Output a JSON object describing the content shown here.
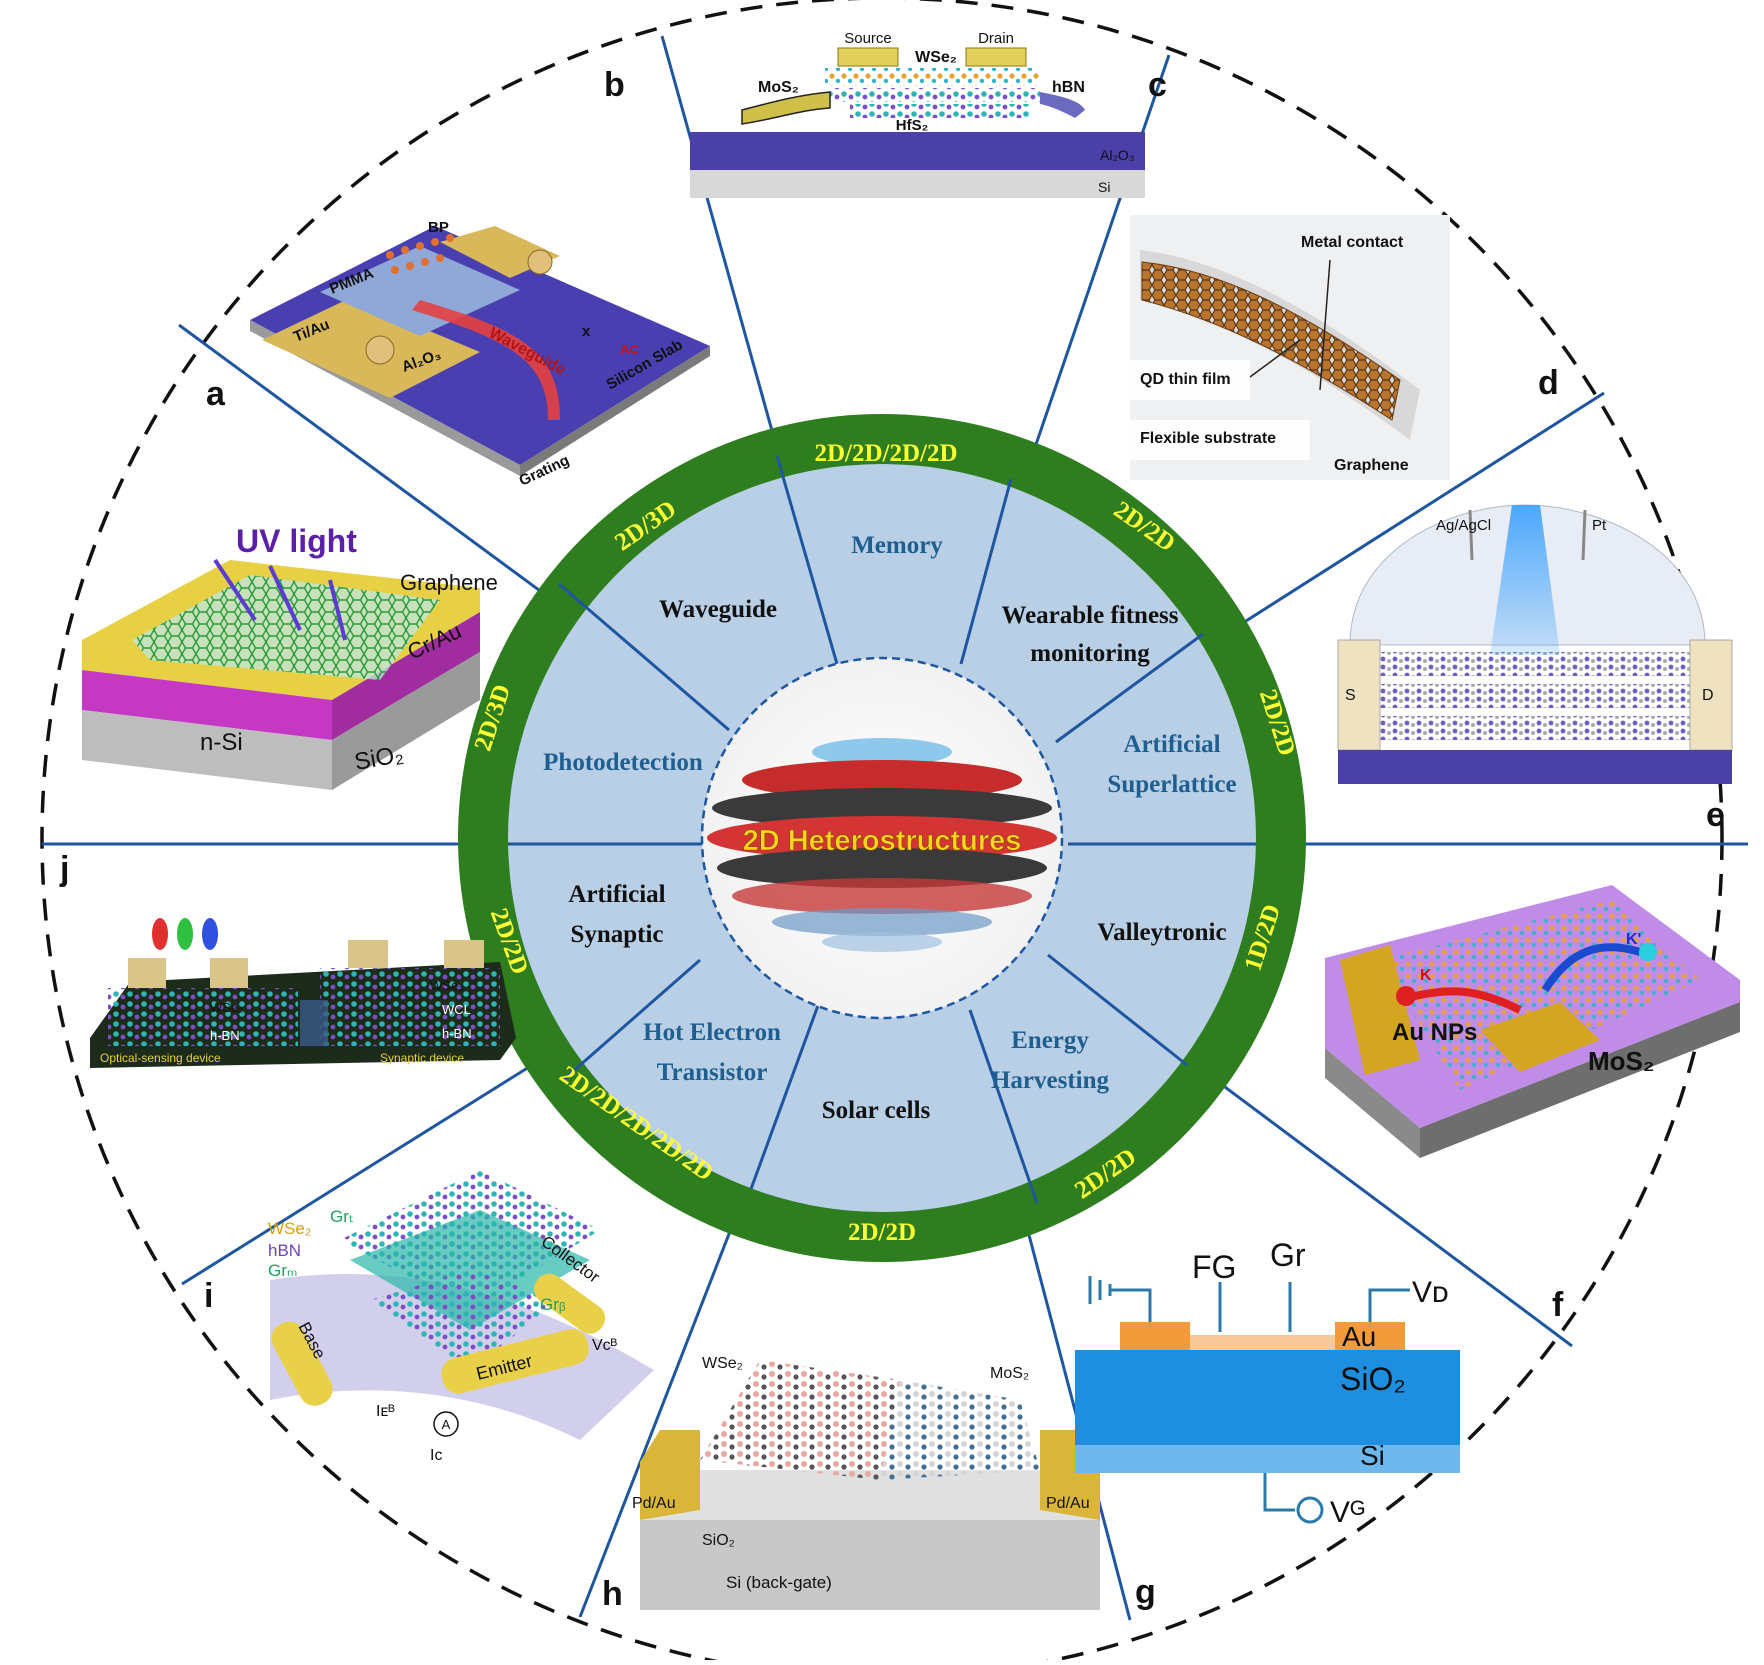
{
  "center": {
    "title": "2D Heterostructures"
  },
  "labels": {
    "a": "a",
    "b": "b",
    "c": "c",
    "d": "d",
    "e": "e",
    "f": "f",
    "g": "g",
    "h": "h",
    "i": "i",
    "j": "j"
  },
  "applications": {
    "waveguide": "Waveguide",
    "memory": "Memory",
    "wearable_1": "Wearable fitness",
    "wearable_2": "monitoring",
    "photodetection": "Photodetection",
    "superlattice_1": "Artificial",
    "superlattice_2": "Superlattice",
    "synaptic_1": "Artificial",
    "synaptic_2": "Synaptic",
    "valleytronic": "Valleytronic",
    "hot_electron_1": "Hot Electron",
    "hot_electron_2": "Transistor",
    "solar": "Solar cells",
    "energy_1": "Energy",
    "energy_2": "Harvesting"
  },
  "ring": {
    "top": "2D/2D/2D/2D",
    "upper_left": "2D/3D",
    "upper_right": "2D/2D",
    "left": "2D/3D",
    "right": "2D/2D",
    "lower_left": "2D/2D",
    "lower_right": "1D/2D",
    "bottom_left": "2D/2D/2D/2D/2D",
    "bottom": "2D/2D",
    "bottom_right": "2D/2D"
  },
  "panel_a": {
    "bp": "BP",
    "pmma": "PMMA",
    "tiau": "Ti/Au",
    "al2o3": "Al₂O₃",
    "waveguide": "Waveguide",
    "silicon_slab": "Silicon Slab",
    "grating": "Grating",
    "x": "x",
    "ac": "AC"
  },
  "panel_b": {
    "source": "Source",
    "drain": "Drain",
    "wse2": "WSe₂",
    "mos2": "MoS₂",
    "hbn": "hBN",
    "hfs2": "HfS₂",
    "al2o3": "Al₂O₃",
    "si": "Si"
  },
  "panel_c": {
    "metal": "Metal contact",
    "qd": "QD thin film",
    "flex": "Flexible substrate",
    "graphene": "Graphene"
  },
  "panel_d": {
    "agcl": "Ag/AgCl",
    "pt": "Pt",
    "s": "S",
    "d": "D"
  },
  "panel_uv": {
    "uv": "UV light",
    "graphene": "Graphene",
    "crau": "Cr/Au",
    "nsi": "n-Si",
    "sio2": "SiO₂"
  },
  "panel_e": {
    "k": "K",
    "kp": "K'",
    "au": "Au NPs",
    "mos2": "MoS₂"
  },
  "panel_j": {
    "wse2a": "WSe₂",
    "hbna": "h-BN",
    "wse2b": "WSe₂",
    "wcl": "WCL",
    "hbnb": "h-BN",
    "optical": "Optical-sensing device",
    "synaptic": "Synaptic device"
  },
  "panel_i": {
    "wse2": "WSe₂",
    "grt": "Grₜ",
    "hbn": "hBN",
    "grm": "Grₘ",
    "collector": "Collector",
    "grb": "Grᵦ",
    "base": "Base",
    "emitter": "Emitter",
    "vcb": "Vᴄᴮ",
    "ieb": "Iᴇᴮ",
    "ic": "Iᴄ",
    "amp": "A"
  },
  "panel_h": {
    "wse2": "WSe₂",
    "mos2": "MoS₂",
    "pdau_l": "Pd/Au",
    "pdau_r": "Pd/Au",
    "sio2": "SiO₂",
    "si": "Si (back-gate)"
  },
  "panel_g": {
    "fg": "FG",
    "gr": "Gr",
    "vd": "Vᴅ",
    "au": "Au",
    "sio2": "SiO₂",
    "si": "Si",
    "vg": "Vᴳ"
  },
  "colors": {
    "ring": "#2e7d1f",
    "ring_text": "#ffff33",
    "sector_fill": "#b8cfe6",
    "divider": "#1f56a0",
    "app_blue": "#1f5f8f",
    "substrate": "#4b3fa8"
  }
}
